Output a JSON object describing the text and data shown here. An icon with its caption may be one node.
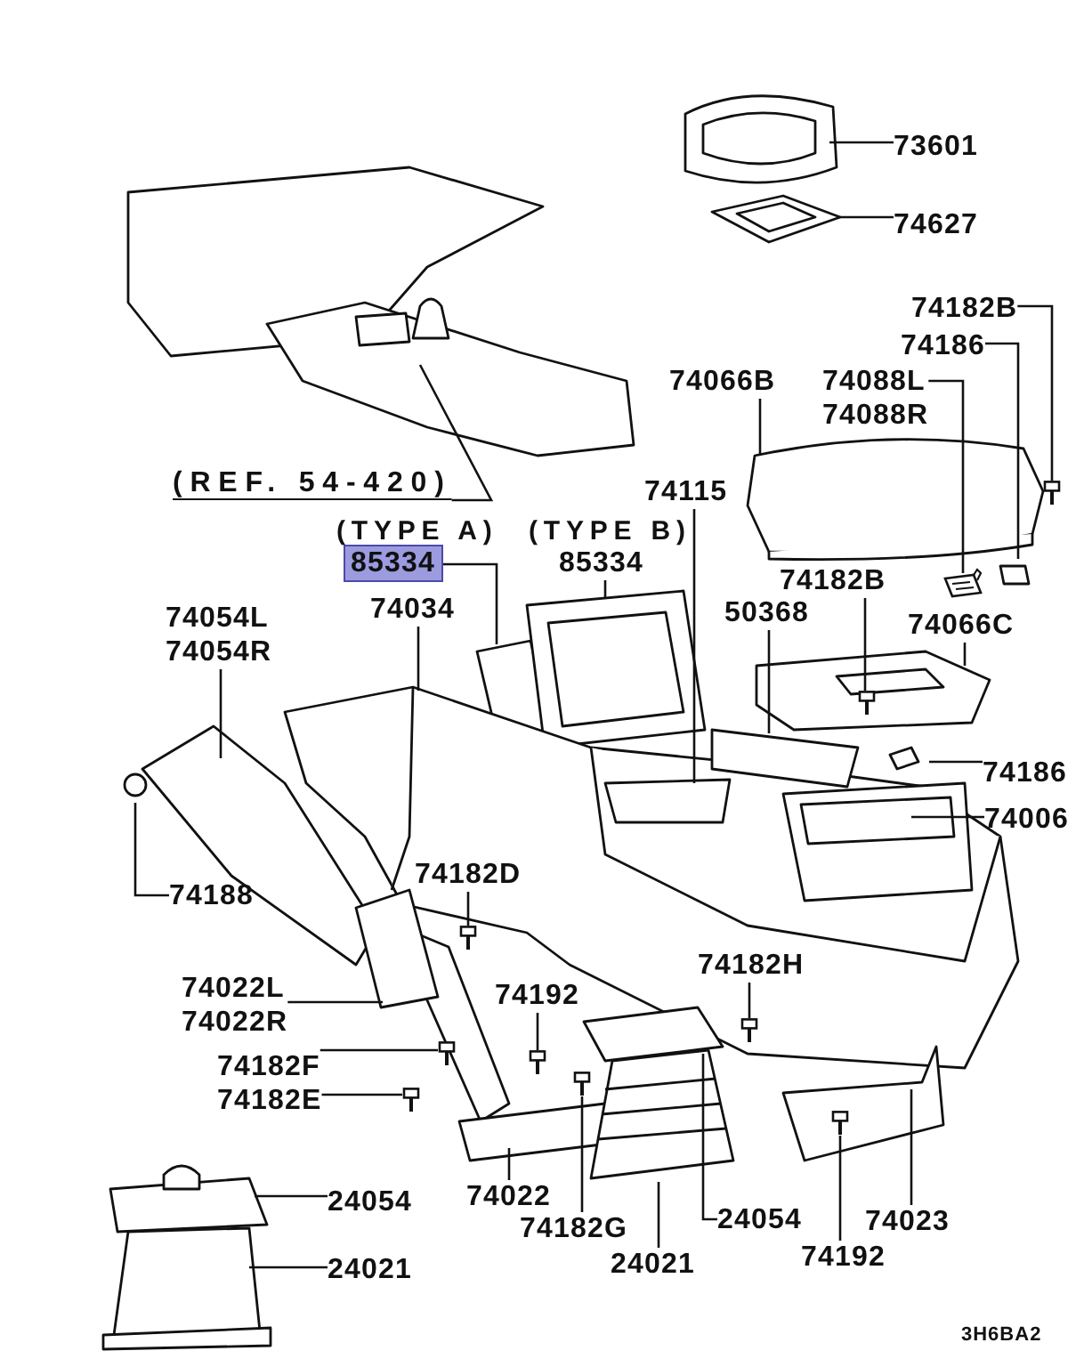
{
  "diagram": {
    "nodes": [
      {
        "text": [
          "73601"
        ]
      },
      {
        "text": [
          "74627"
        ]
      },
      {
        "text": [
          "74182B"
        ]
      },
      {
        "text": [
          "74186"
        ]
      },
      {
        "text": [
          "74066B"
        ]
      },
      {
        "text": [
          "74088L",
          "74088R"
        ]
      },
      {
        "text": [
          "(REF. 54-420)"
        ]
      },
      {
        "text": [
          "85334"
        ]
      },
      {
        "text": [
          "74034"
        ]
      },
      {
        "text": [
          "85334"
        ]
      },
      {
        "text": [
          "74115"
        ]
      },
      {
        "text": [
          "50368"
        ]
      },
      {
        "text": [
          "74182B"
        ]
      },
      {
        "text": [
          "74066C"
        ]
      },
      {
        "text": [
          "74054L",
          "74054R"
        ]
      },
      {
        "text": [
          "74186"
        ]
      },
      {
        "text": [
          "74006"
        ]
      },
      {
        "text": [
          "74188"
        ]
      },
      {
        "text": [
          "74182D"
        ]
      },
      {
        "text": [
          "74022L",
          "74022R"
        ]
      },
      {
        "text": [
          "74192"
        ]
      },
      {
        "text": [
          "74182H"
        ]
      },
      {
        "text": [
          "74182F"
        ]
      },
      {
        "text": [
          "74182E"
        ]
      },
      {
        "text": [
          "24054"
        ]
      },
      {
        "text": [
          "24021"
        ]
      },
      {
        "text": [
          "74022"
        ]
      },
      {
        "text": [
          "74182G"
        ]
      },
      {
        "text": [
          "24021"
        ]
      },
      {
        "text": [
          "24054"
        ]
      },
      {
        "text": [
          "74023"
        ]
      },
      {
        "text": [
          "74192"
        ]
      },
      {
        "text": [],
        "shape": "picture"
      },
      {
        "text": [],
        "shape": "picture"
      },
      {
        "text": [],
        "shape": "picture"
      },
      {
        "text": [],
        "shape": "picture"
      },
      {
        "text": [],
        "shape": "picture"
      },
      {
        "text": [],
        "shape": "picture"
      },
      {
        "text": [],
        "shape": "picture"
      },
      {
        "text": [],
        "shape": "picture"
      },
      {
        "text": [],
        "shape": "picture"
      },
      {
        "text": [],
        "shape": "picture"
      }
    ],
    "edges": [
      {
        "from": 0,
        "to": null,
        "arrow": "none"
      },
      {
        "from": 1,
        "to": null,
        "arrow": "none"
      },
      {
        "from": 2,
        "to": 32,
        "arrow": "none"
      },
      {
        "from": 3,
        "to": null,
        "arrow": "none"
      },
      {
        "from": 4,
        "to": null,
        "arrow": "none"
      },
      {
        "from": 5,
        "to": 33,
        "arrow": "none"
      },
      {
        "from": 6,
        "to": null,
        "arrow": "none"
      },
      {
        "from": 7,
        "to": null,
        "arrow": "none"
      },
      {
        "from": 8,
        "to": null,
        "arrow": "none"
      },
      {
        "from": 9,
        "to": null,
        "arrow": "none"
      },
      {
        "from": 10,
        "to": null,
        "arrow": "none"
      },
      {
        "from": 11,
        "to": null,
        "arrow": "none"
      },
      {
        "from": 12,
        "to": 34,
        "arrow": "none"
      },
      {
        "from": 13,
        "to": null,
        "arrow": "none"
      },
      {
        "from": 14,
        "to": null,
        "arrow": "none"
      },
      {
        "from": 15,
        "to": null,
        "arrow": "none"
      },
      {
        "from": 16,
        "to": null,
        "arrow": "none"
      },
      {
        "from": 17,
        "to": null,
        "arrow": "none"
      },
      {
        "from": 18,
        "to": 35,
        "arrow": "none"
      },
      {
        "from": 19,
        "to": null,
        "arrow": "none"
      },
      {
        "from": 20,
        "to": 38,
        "arrow": "none"
      },
      {
        "from": 21,
        "to": 36,
        "arrow": "none"
      },
      {
        "from": 22,
        "to": 37,
        "arrow": "none"
      },
      {
        "from": 23,
        "to": 40,
        "arrow": "none"
      },
      {
        "from": 24,
        "to": null,
        "arrow": "none"
      },
      {
        "from": 25,
        "to": null,
        "arrow": "none"
      },
      {
        "from": 26,
        "to": null,
        "arrow": "none"
      },
      {
        "from": 27,
        "to": 39,
        "arrow": "none"
      },
      {
        "from": 28,
        "to": null,
        "arrow": "none"
      },
      {
        "from": 29,
        "to": null,
        "arrow": "none"
      },
      {
        "from": 30,
        "to": null,
        "arrow": "none"
      },
      {
        "from": 31,
        "to": 41,
        "arrow": "none"
      }
    ],
    "labels": [
      "(TYPE A)",
      "(TYPE B)",
      "3H6BA2"
    ]
  }
}
